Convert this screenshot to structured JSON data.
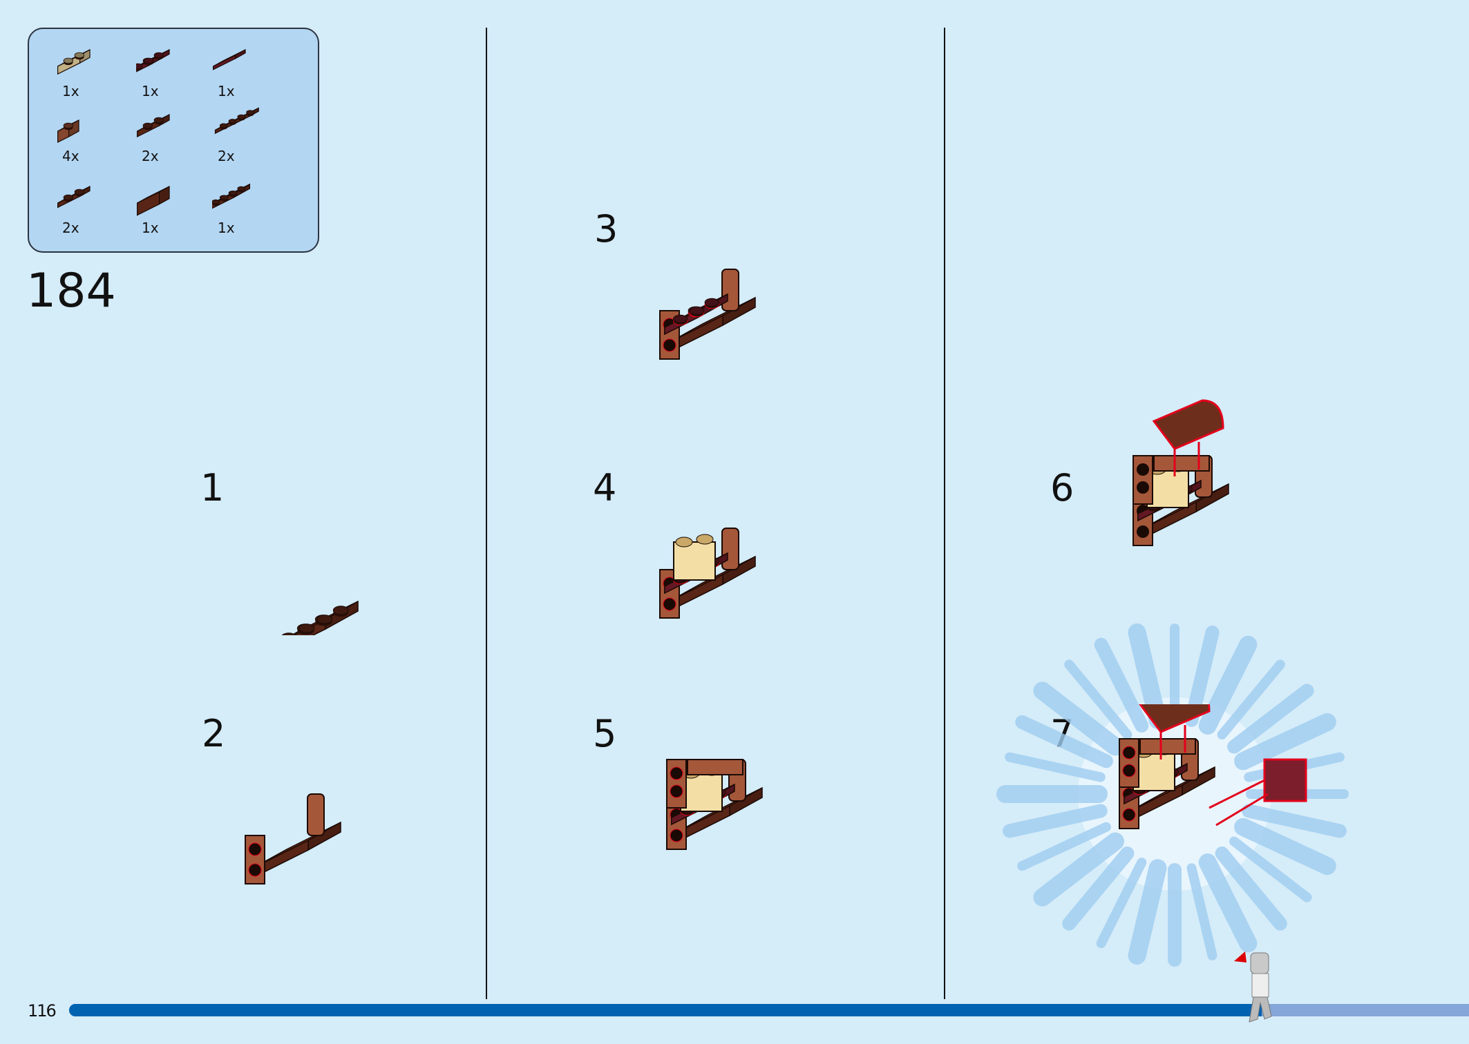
{
  "page_number": "116",
  "set_step": "184",
  "parts": [
    {
      "name": "tan-brick-1x2-log",
      "color": "#f3dfa6",
      "qty": "1x"
    },
    {
      "name": "dark-red-plate-2x2",
      "color": "#7c1e2c",
      "qty": "1x"
    },
    {
      "name": "dark-red-tile-1x2",
      "color": "#7c1e2c",
      "qty": "1x"
    },
    {
      "name": "brown-bracket-1x1",
      "color": "#a5573a",
      "qty": "4x"
    },
    {
      "name": "brown-bracket-1x2-inverted",
      "color": "#6e2e1c",
      "qty": "2x"
    },
    {
      "name": "brown-plate-1x4-offset",
      "color": "#6e2e1c",
      "qty": "2x"
    },
    {
      "name": "brown-plate-1x2-rail",
      "color": "#6e2e1c",
      "qty": "2x"
    },
    {
      "name": "brown-curved-slope",
      "color": "#6e2e1c",
      "qty": "1x"
    },
    {
      "name": "brown-plate-2x3",
      "color": "#6e2e1c",
      "qty": "1x"
    }
  ],
  "steps": [
    "1",
    "2",
    "3",
    "4",
    "5",
    "6",
    "7"
  ],
  "progress_fraction": 0.85,
  "colors": {
    "background": "#d5ecf9",
    "panel": "#b3d6f2",
    "progress": "#0062b0",
    "progress_track": "#84a6d8",
    "brown": "#6e2e1c",
    "dark_red": "#7c1e2c",
    "tan": "#f3dfa6",
    "highlight": "#e3001b"
  }
}
